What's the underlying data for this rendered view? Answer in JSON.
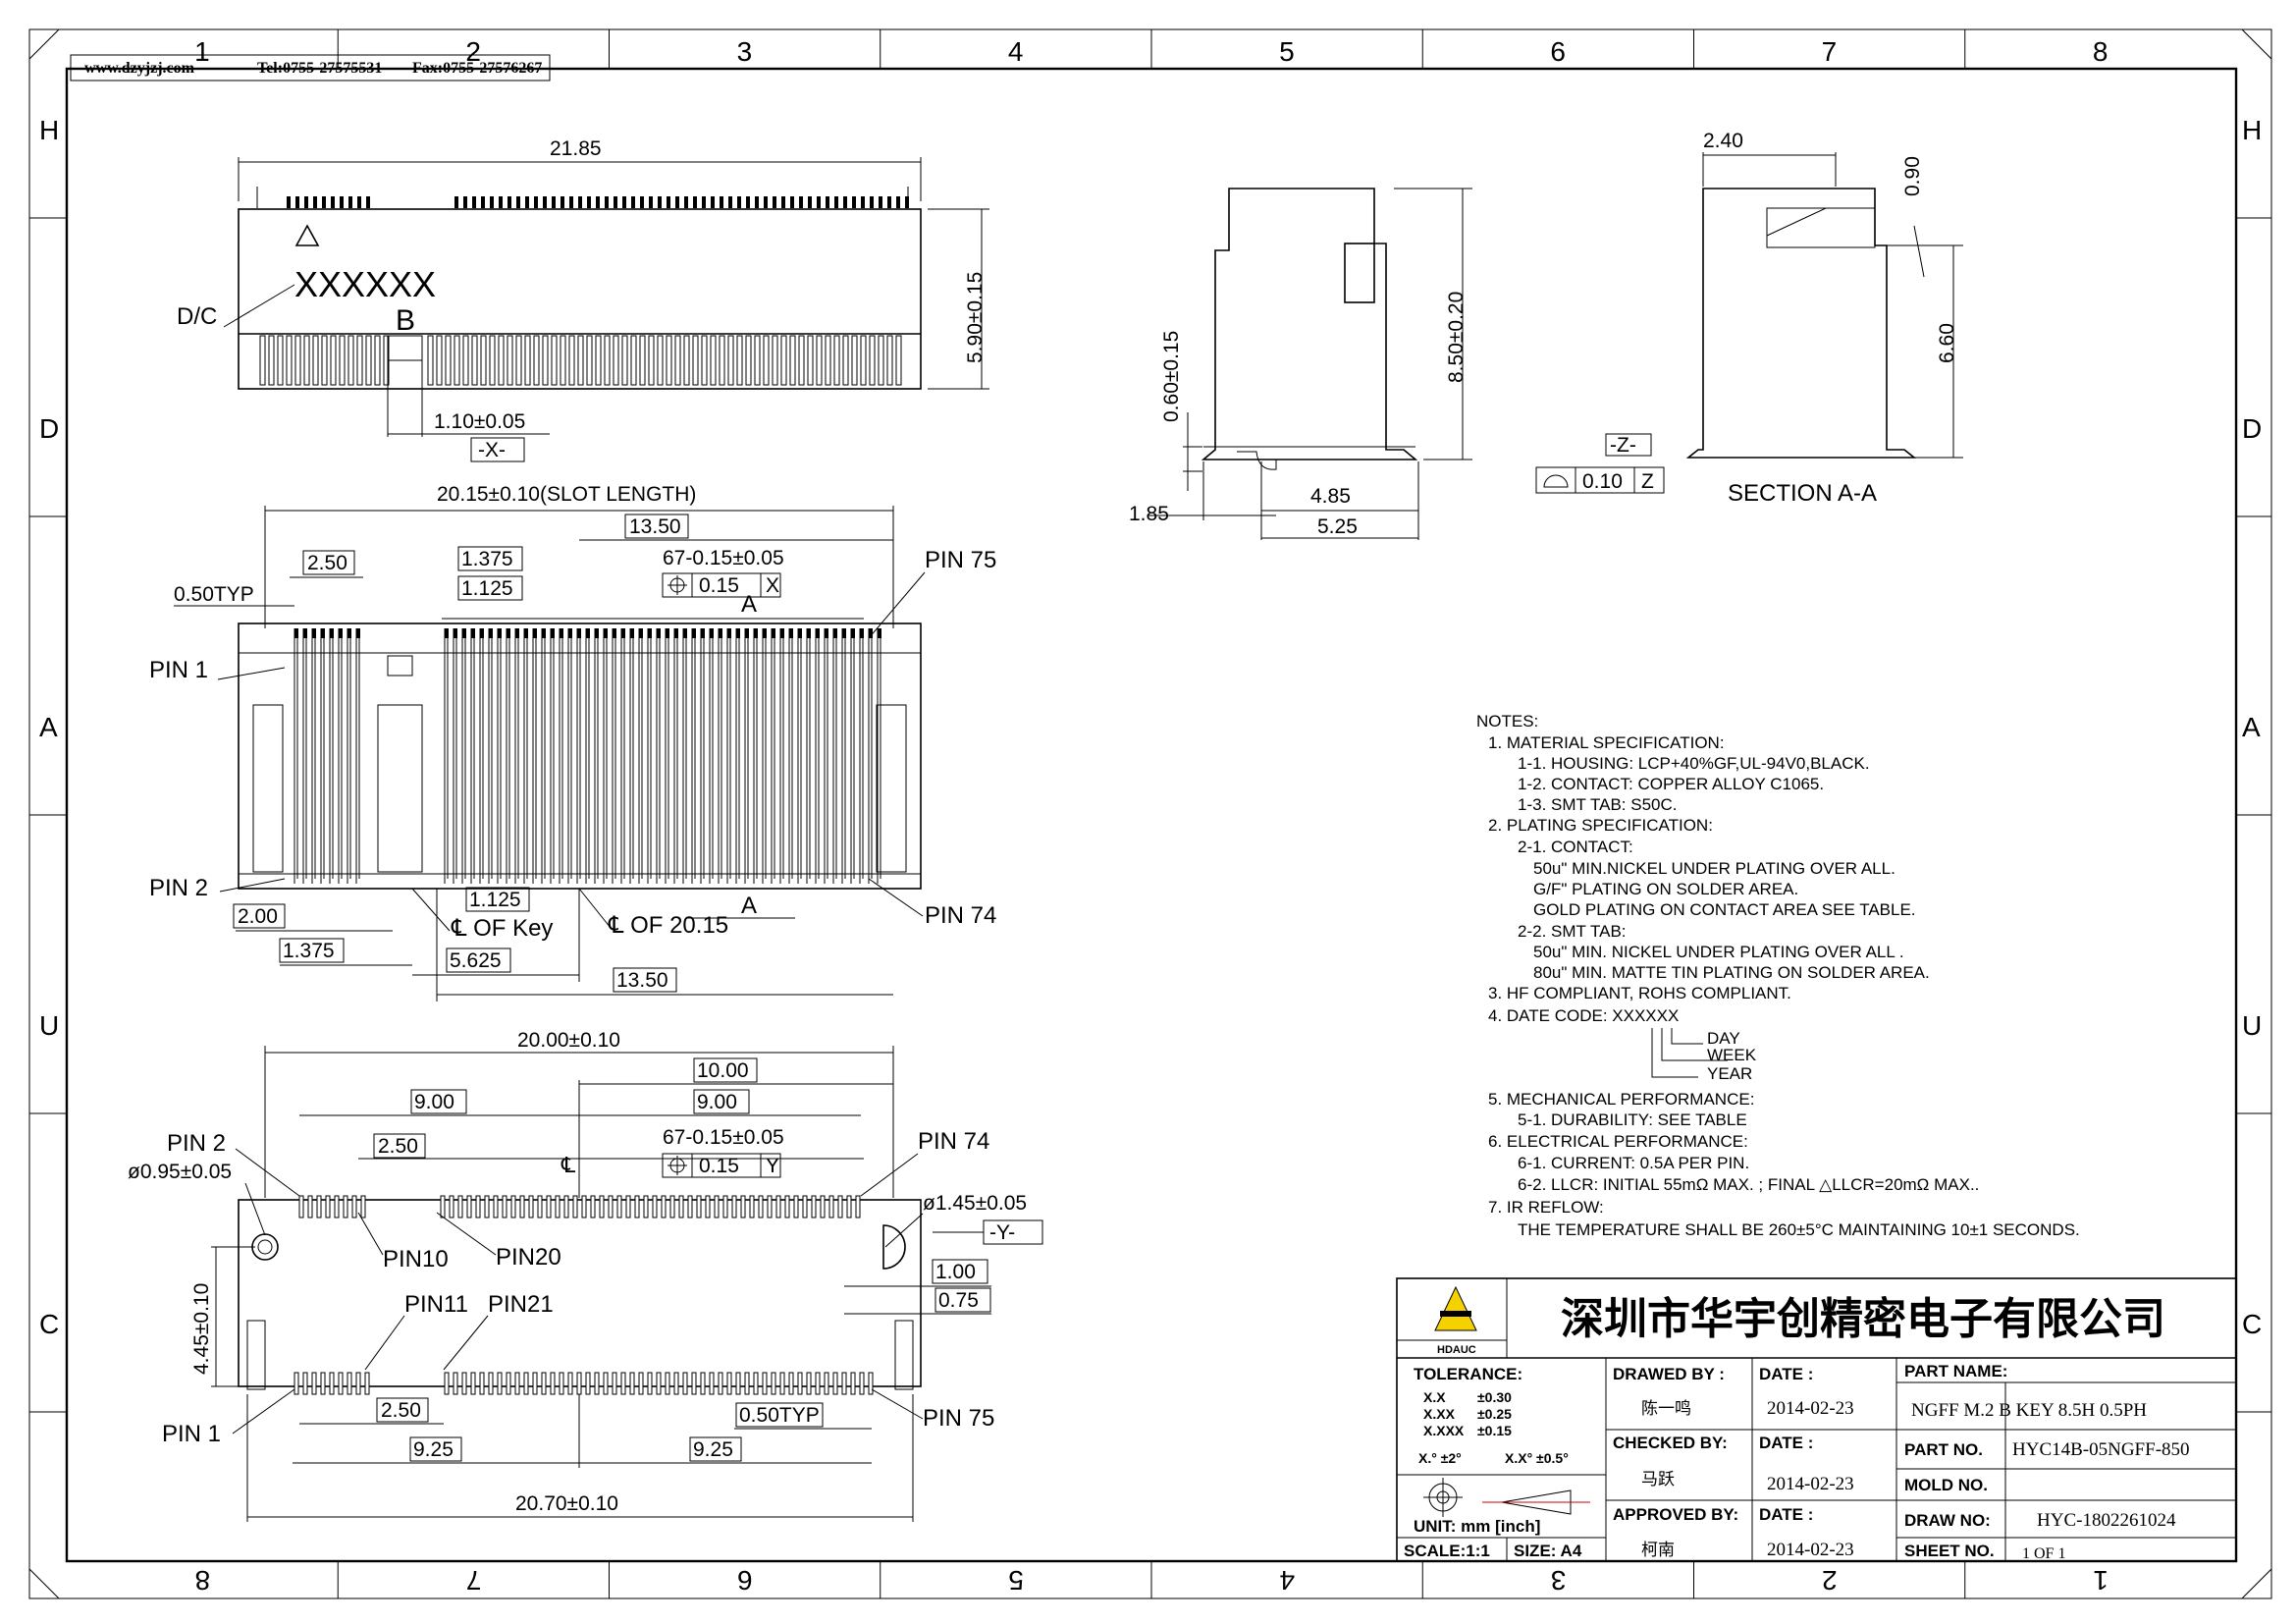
{
  "header": {
    "site": "www.dzyjzj.com",
    "tel": "Tel:0755-27575531",
    "fax": "Fax:0755-27576267"
  },
  "zones": {
    "top": [
      "1",
      "2",
      "3",
      "4",
      "5",
      "6",
      "7",
      "8"
    ],
    "bottom": [
      "8",
      "7",
      "6",
      "5",
      "4",
      "3",
      "2",
      "1"
    ],
    "sides": [
      "H",
      "D",
      "A",
      "U",
      "C"
    ]
  },
  "top_view": {
    "width": "21.85",
    "height": "5.90±0.15",
    "key_offset": "1.10±0.05",
    "datum_x": "-X-",
    "date_code_label": "D/C",
    "date_code": "XXXXXX",
    "key_letter": "B"
  },
  "side_view": {
    "height": "8.50±0.20",
    "standoff": "0.60±0.15",
    "d1": "1.85",
    "d2": "4.85",
    "d3": "5.25"
  },
  "section": {
    "title": "SECTION A-A",
    "d_top": "2.40",
    "d_gap": "0.90",
    "d_height": "6.60",
    "datum_z": "-Z-",
    "profile_tol": "0.10",
    "profile_datum": "Z"
  },
  "front_view": {
    "slot_length": "20.15±0.10(SLOT LENGTH)",
    "d_13_50": "13.50",
    "d_2_50": "2.50",
    "d_1_375": "1.375",
    "d_1_125": "1.125",
    "pitch_typ": "0.50TYP",
    "pitch_count": "67-0.15±0.05",
    "pos_tol": "0.15",
    "pos_datum": "X",
    "section_mark": "A",
    "pin1": "PIN 1",
    "pin2": "PIN 2",
    "pin74": "PIN 74",
    "pin75": "PIN 75",
    "d_1_125_b": "1.125",
    "d_2_00": "2.00",
    "d_1_375_b": "1.375",
    "d_5_625": "5.625",
    "d_13_50_b": "13.50",
    "cl_key": "℄ OF Key",
    "cl_slot": "℄ OF 20.15"
  },
  "pcb_view": {
    "d_20_00": "20.00±0.10",
    "d_10_00": "10.00",
    "d_9_00_a": "9.00",
    "d_9_00_b": "9.00",
    "d_2_50": "2.50",
    "pitch_count": "67-0.15±0.05",
    "pos_tol": "0.15",
    "pos_datum": "Y",
    "hole_small": "ø0.95±0.05",
    "hole_large": "ø1.45±0.05",
    "datum_y": "-Y-",
    "d_1_00": "1.00",
    "d_0_75": "0.75",
    "height": "4.45±0.10",
    "pin2": "PIN 2",
    "pin74": "PIN 74",
    "pin10": "PIN10",
    "pin20": "PIN20",
    "pin11": "PIN11",
    "pin21": "PIN21",
    "pin1": "PIN 1",
    "pin75": "PIN 75",
    "d_2_50_b": "2.50",
    "pitch_typ": "0.50TYP",
    "d_9_25_a": "9.25",
    "d_9_25_b": "9.25",
    "d_20_70": "20.70±0.10"
  },
  "notes": [
    "NOTES:",
    "1. MATERIAL SPECIFICATION:",
    "1-1. HOUSING: LCP+40%GF,UL-94V0,BLACK.",
    "1-2. CONTACT: COPPER ALLOY C1065.",
    "1-3. SMT TAB: S50C.",
    "2. PLATING SPECIFICATION:",
    "2-1. CONTACT:",
    "50u\" MIN.NICKEL UNDER PLATING OVER ALL.",
    "G/F\" PLATING ON SOLDER AREA.",
    "GOLD PLATING ON CONTACT AREA SEE TABLE.",
    "2-2. SMT TAB:",
    "50u\" MIN. NICKEL UNDER PLATING OVER ALL .",
    "80u\" MIN. MATTE TIN PLATING ON SOLDER AREA.",
    "3. HF COMPLIANT, ROHS COMPLIANT.",
    "4. DATE CODE: XXXXXX",
    "DAY",
    "WEEK",
    "YEAR",
    "5. MECHANICAL PERFORMANCE:",
    "5-1. DURABILITY: SEE TABLE",
    "6. ELECTRICAL PERFORMANCE:",
    "6-1. CURRENT: 0.5A PER PIN.",
    "6-2. LLCR: INITIAL 55mΩ MAX. ; FINAL △LLCR=20mΩ MAX..",
    "7. IR REFLOW:",
    "THE TEMPERATURE SHALL BE 260±5°C MAINTAINING 10±1 SECONDS."
  ],
  "title_block": {
    "company": "深圳市华宇创精密电子有限公司",
    "logo_text": "HDAUC",
    "tolerance_label": "TOLERANCE:",
    "tol_lines": [
      [
        "X.X",
        "±0.30"
      ],
      [
        "X.XX",
        "±0.25"
      ],
      [
        "X.XXX",
        "±0.15"
      ]
    ],
    "angle_tol_a": "X.° ±2°",
    "angle_tol_b": "X.X° ±0.5°",
    "unit": "UNIT: mm [inch]",
    "scale": "SCALE:1:1",
    "size": "SIZE: A4",
    "drawn_by_label": "DRAWED BY :",
    "drawn_by": "陈一鸣",
    "checked_by_label": "CHECKED BY:",
    "checked_by": "马跃",
    "approved_by_label": "APPROVED BY:",
    "approved_by": "柯南",
    "date_label": "DATE :",
    "date1": "2014-02-23",
    "date2": "2014-02-23",
    "date3": "2014-02-23",
    "part_name_label": "PART NAME:",
    "part_name": "NGFF M.2 B KEY 8.5H 0.5PH",
    "part_no_label": "PART NO.",
    "part_no": "HYC14B-05NGFF-850",
    "mold_no_label": "MOLD NO.",
    "mold_no": "",
    "draw_no_label": "DRAW NO:",
    "draw_no": "HYC-1802261024",
    "sheet_no_label": "SHEET NO.",
    "sheet_no": "1 OF 1"
  },
  "colors": {
    "ink": "#000000",
    "logo_yellow": "#f5d100"
  }
}
